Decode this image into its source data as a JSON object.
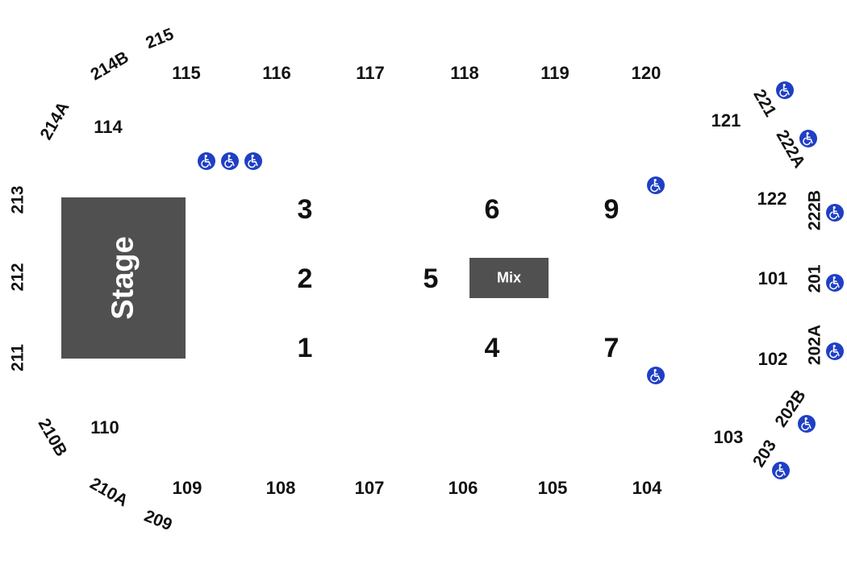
{
  "stage_label": "Stage",
  "mix_label": "Mix",
  "floor_sections": [
    "1",
    "2",
    "3",
    "4",
    "5",
    "6",
    "7",
    "9"
  ],
  "lower_sections": [
    "101",
    "102",
    "103",
    "104",
    "105",
    "106",
    "107",
    "108",
    "109",
    "110",
    "114",
    "115",
    "116",
    "117",
    "118",
    "119",
    "120",
    "121",
    "122"
  ],
  "upper_sections": [
    "201",
    "202A",
    "202B",
    "203",
    "209",
    "210A",
    "210B",
    "211",
    "212",
    "213",
    "214A",
    "214B",
    "215",
    "221",
    "222A",
    "222B"
  ],
  "accessible_icon": "wheelchair-icon",
  "colors": {
    "block": "#505050",
    "accessible": "#1f3fc4",
    "text": "#111111"
  }
}
